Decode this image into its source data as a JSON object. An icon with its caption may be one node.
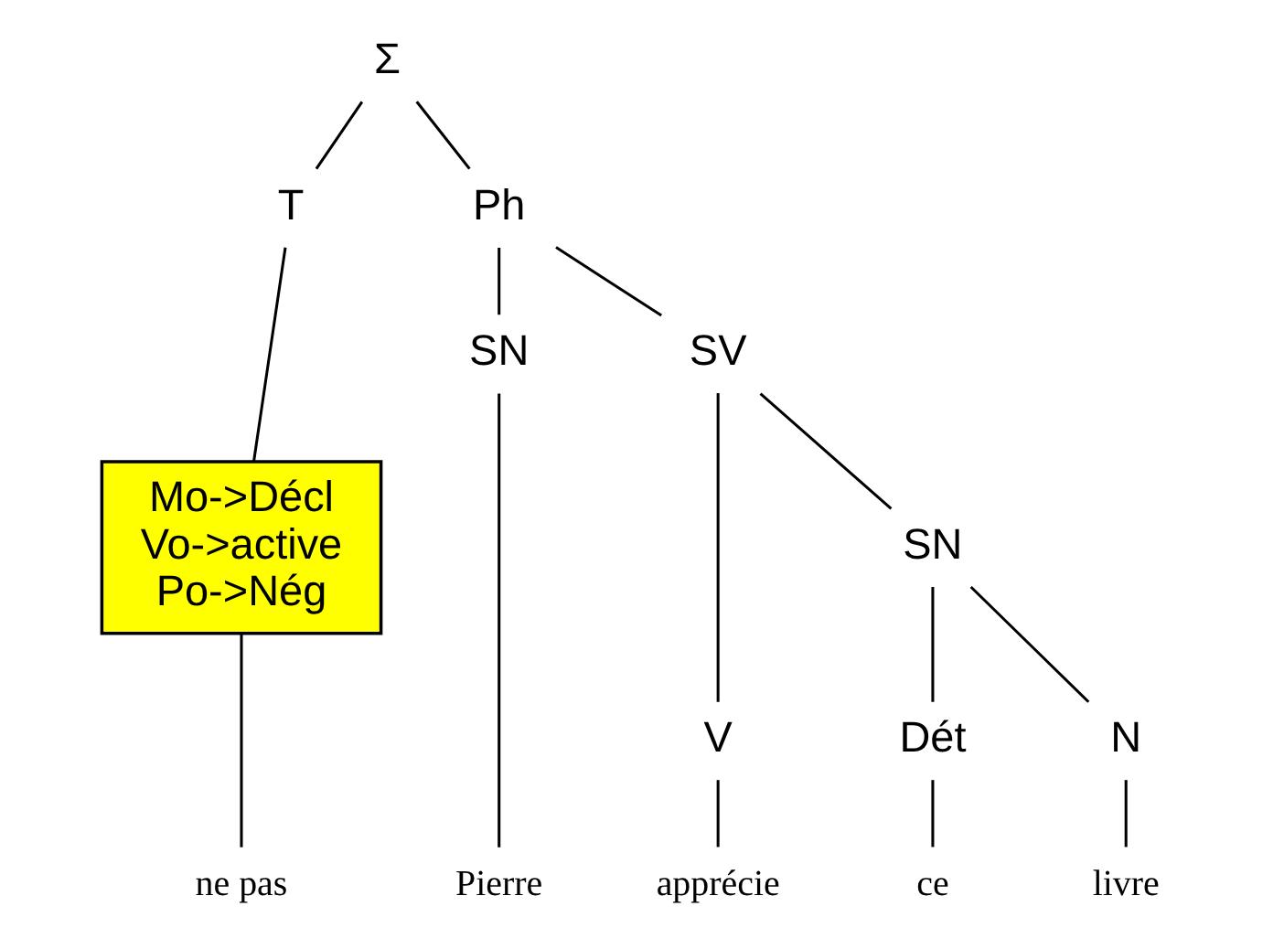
{
  "diagram": {
    "nodes": [
      {
        "text": [
          "Σ"
        ]
      },
      {
        "text": [
          "T"
        ]
      },
      {
        "text": [
          "Ph"
        ]
      },
      {
        "text": [
          "Mo->Décl",
          "Vo->active",
          "Po->Nég"
        ]
      },
      {
        "text": [
          "ne pas"
        ]
      },
      {
        "text": [
          "SN"
        ]
      },
      {
        "text": [
          "SV"
        ]
      },
      {
        "text": [
          "Pierre"
        ]
      },
      {
        "text": [
          "V"
        ]
      },
      {
        "text": [
          "SN"
        ]
      },
      {
        "text": [
          "apprécie"
        ]
      },
      {
        "text": [
          "Dét"
        ]
      },
      {
        "text": [
          "N"
        ]
      },
      {
        "text": [
          "ce"
        ]
      },
      {
        "text": [
          "livre"
        ]
      }
    ],
    "edges": [
      {
        "from": 0,
        "to": 1,
        "arrow": "none"
      },
      {
        "from": 0,
        "to": 2,
        "arrow": "none"
      },
      {
        "from": 1,
        "to": 3,
        "arrow": "none"
      },
      {
        "from": 3,
        "to": 4,
        "arrow": "none"
      },
      {
        "from": 2,
        "to": 5,
        "arrow": "none"
      },
      {
        "from": 2,
        "to": 6,
        "arrow": "none"
      },
      {
        "from": 5,
        "to": 7,
        "arrow": "none"
      },
      {
        "from": 6,
        "to": 8,
        "arrow": "none"
      },
      {
        "from": 6,
        "to": 9,
        "arrow": "none"
      },
      {
        "from": 8,
        "to": 10,
        "arrow": "none"
      },
      {
        "from": 9,
        "to": 11,
        "arrow": "none"
      },
      {
        "from": 9,
        "to": 12,
        "arrow": "none"
      },
      {
        "from": 11,
        "to": 13,
        "arrow": "none"
      },
      {
        "from": 12,
        "to": 14,
        "arrow": "none"
      }
    ]
  }
}
